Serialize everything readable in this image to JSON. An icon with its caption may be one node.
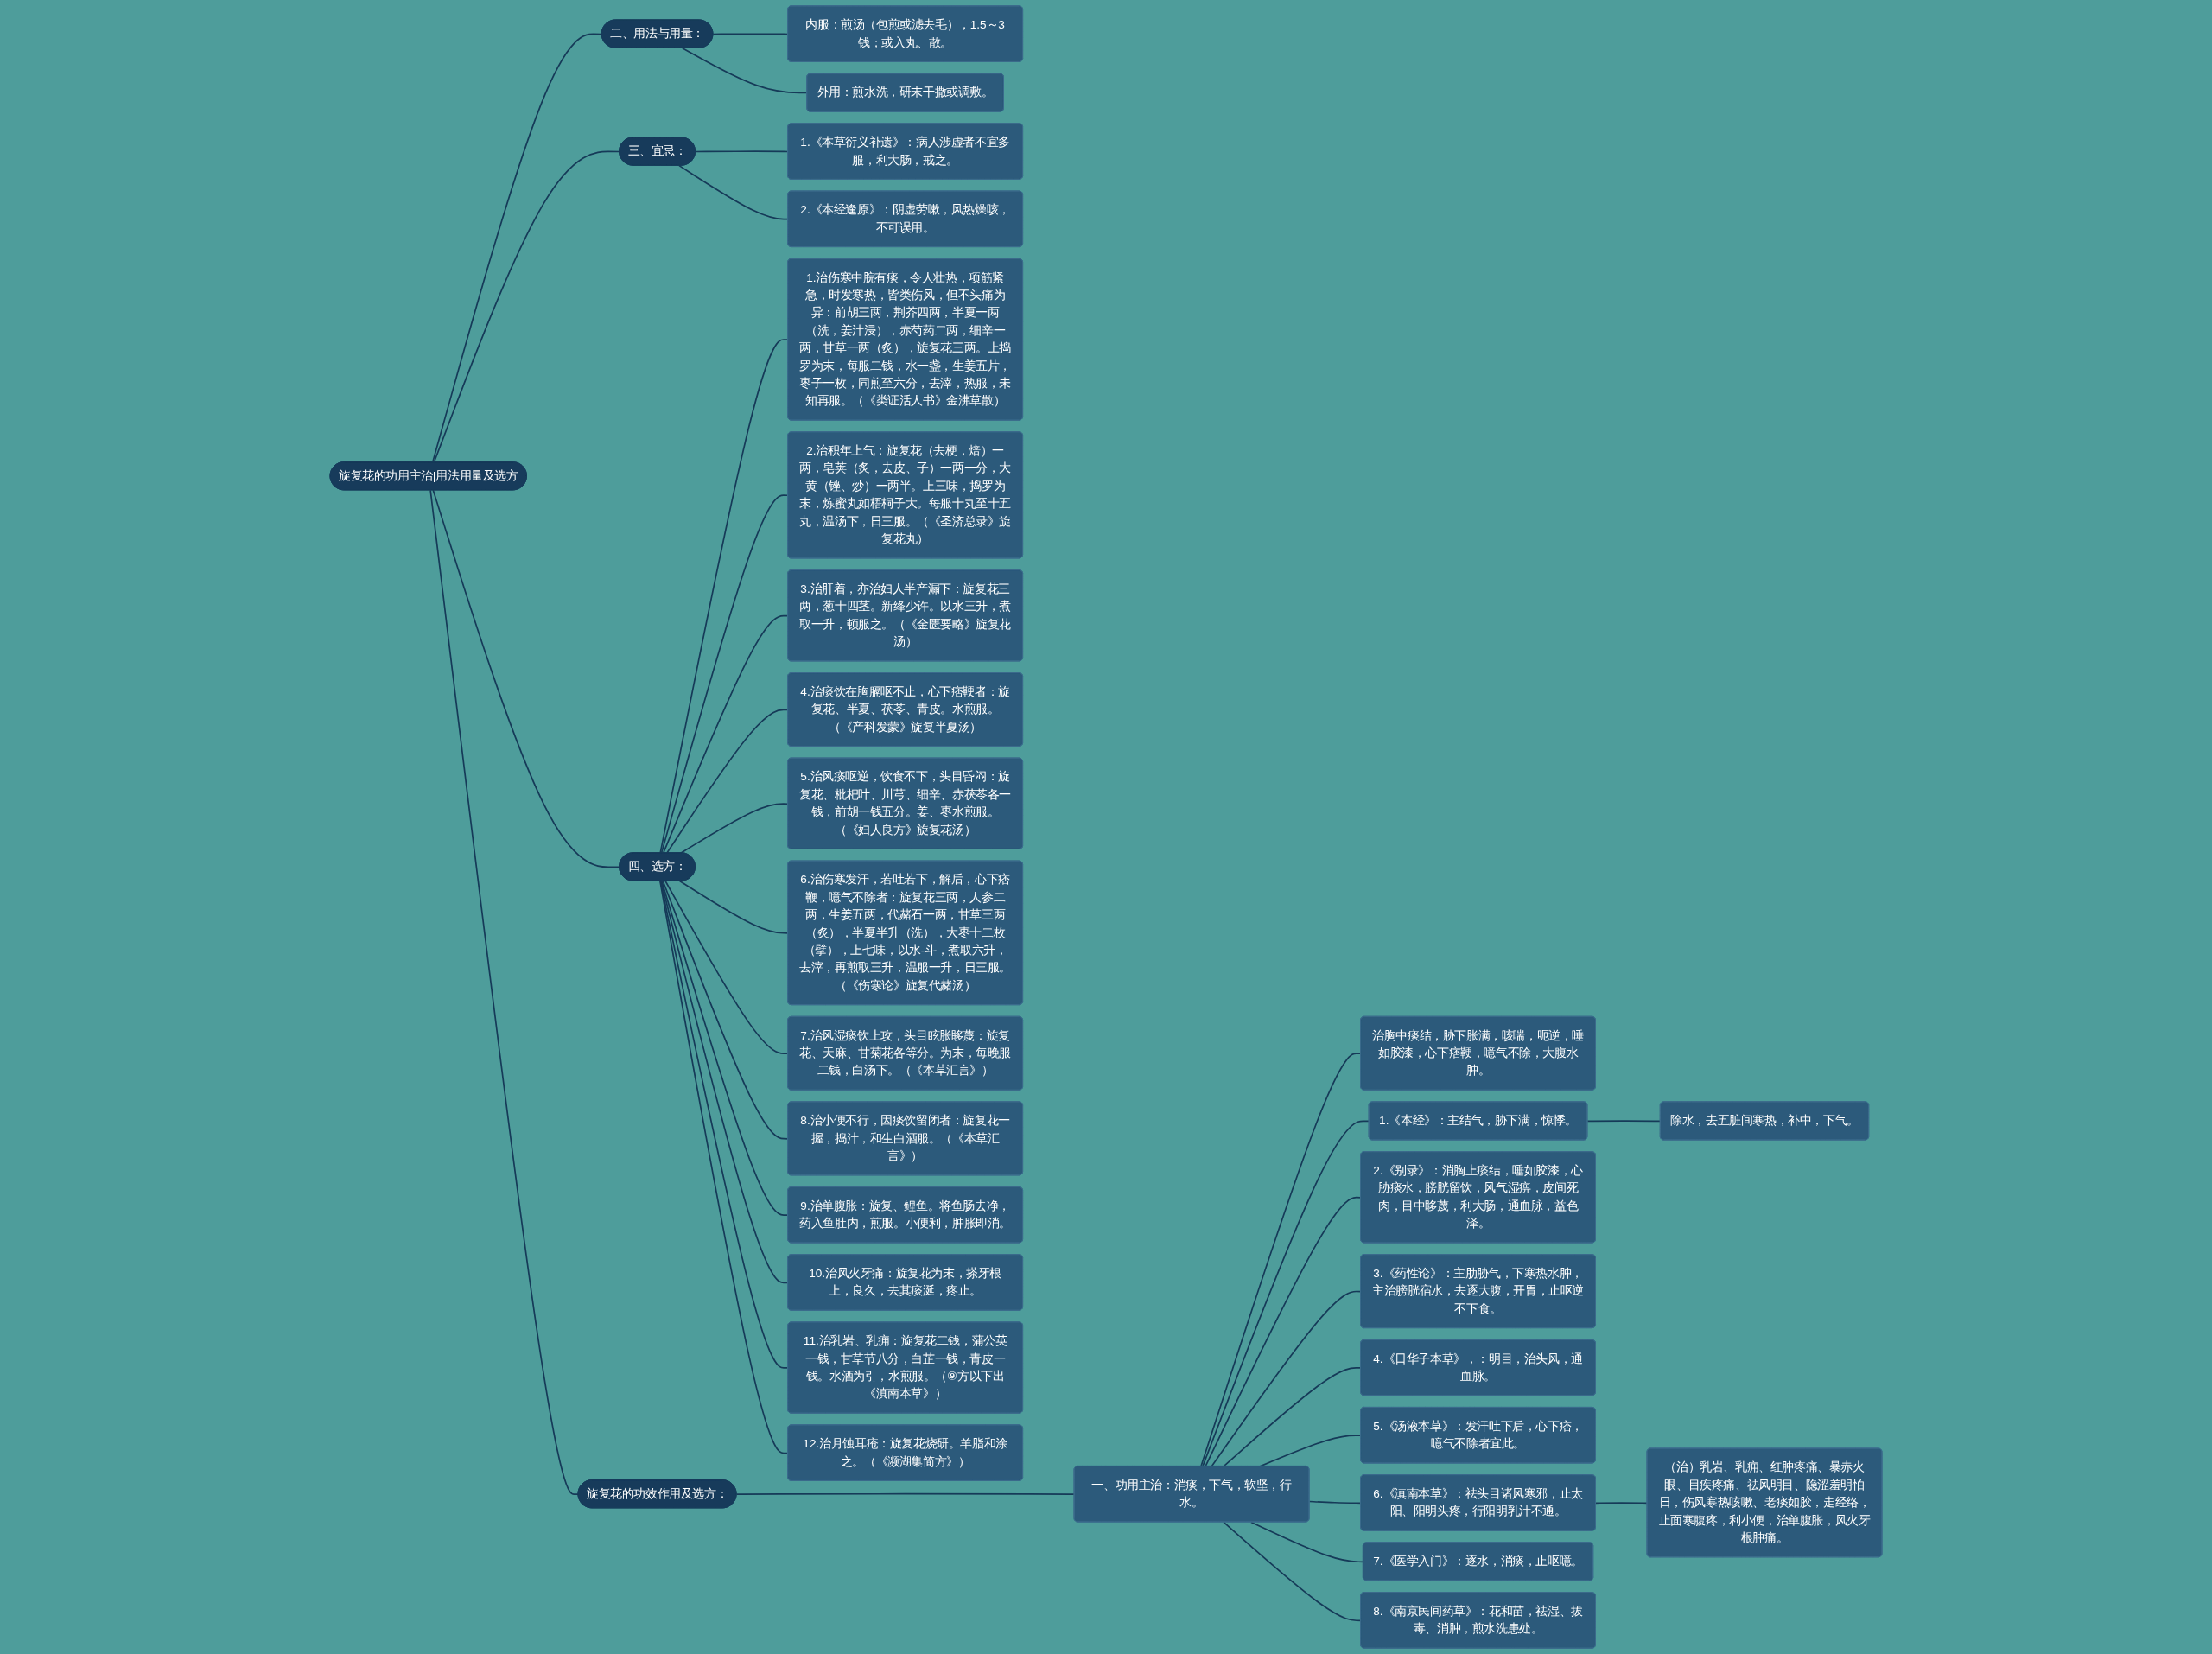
{
  "diagram": {
    "nodes": [
      {
        "text": [
          "旋复花的功用主治|用法用量及选方"
        ]
      },
      {
        "text": [
          "旋复花的功效作用及选方："
        ]
      },
      {
        "text": [
          "一、功用主治：消痰，下气，软坚，行水。"
        ]
      },
      {
        "text": [
          "治胸中痰结，胁下胀满，咳喘，呃逆，唾如胶漆，心下痞鞕，噫气不除，大腹水肿。"
        ]
      },
      {
        "text": [
          "1.《本经》：主结气，胁下满，惊悸。"
        ]
      },
      {
        "text": [
          "除水，去五脏间寒热，补中，下气。"
        ]
      },
      {
        "text": [
          "2.《别录》：消胸上痰结，唾如胶漆，心胁痰水，膀胱留饮，风气湿痹，皮间死肉，目中眵蔑，利大肠，通血脉，益色泽。"
        ]
      },
      {
        "text": [
          "3.《药性论》：主肋胁气，下寒热水肿，主治膀胱宿水，去逐大腹，开胃，止呕逆不下食。"
        ]
      },
      {
        "text": [
          "4.《日华子本草》，：明目，治头风，通血脉。"
        ]
      },
      {
        "text": [
          "5.《汤液本草》：发汗吐下后，心下痞，噫气不除者宜此。"
        ]
      },
      {
        "text": [
          "6.《滇南本草》：祛头目诸风寒邪，止太阳、阳明头疼，行阳明乳汁不通。"
        ]
      },
      {
        "text": [
          "（治）乳岩、乳痈、红肿疼痛、暴赤火眼、目疾疼痛、祛风明目、隐涩羞明怕日，伤风寒热咳嗽、老痰如胶，走经络，止面寒腹疼，利小便，治单腹胀，风火牙根肿痛。"
        ]
      },
      {
        "text": [
          "7.《医学入门》：逐水，消痰，止呕噫。"
        ]
      },
      {
        "text": [
          "8.《南京民间药草》：花和苗，祛湿、拔毒、消肿，煎水洗患处。"
        ]
      },
      {
        "text": [
          "二、用法与用量："
        ]
      },
      {
        "text": [
          "内服：煎汤（包煎或滤去毛），1.5～3钱；或入丸、散。"
        ]
      },
      {
        "text": [
          "外用：煎水洗，研末干撒或调敷。"
        ]
      },
      {
        "text": [
          "三、宜忌："
        ]
      },
      {
        "text": [
          "1.《本草衍义补遗》：病人涉虚者不宜多服，利大肠，戒之。"
        ]
      },
      {
        "text": [
          "2.《本经逢原》：阴虚劳嗽，风热燥咳，不可误用。"
        ]
      },
      {
        "text": [
          "四、选方："
        ]
      },
      {
        "text": [
          "1.治伤寒中脘有痰，令人壮热，项筋紧急，时发寒热，皆类伤风，但不头痛为异：前胡三两，荆芥四两，半夏一两（洗，姜汁浸），赤芍药二两，细辛一两，甘草一两（炙），旋复花三两。上捣罗为末，每服二钱，水一盏，生姜五片，枣子一枚，同煎至六分，去滓，热服，未知再服。（《类证活人书》金沸草散）"
        ]
      },
      {
        "text": [
          "2.治积年上气：旋复花（去梗，焙）一两，皂荚（炙，去皮、子）一两一分，大黄（锉、炒）一两半。上三味，捣罗为末，炼蜜丸如梧桐子大。每服十丸至十五丸，温汤下，日三服。（《圣济总录》旋复花丸）"
        ]
      },
      {
        "text": [
          "3.治肝着，亦治妇人半产漏下：旋复花三两，葱十四茎。新绛少许。以水三升，煮取一升，顿服之。（《金匮要略》旋复花汤）"
        ]
      },
      {
        "text": [
          "4.治痰饮在胸膈呕不止，心下痞鞕者：旋复花、半夏、茯苓、青皮。水煎服。（《产科发蒙》旋复半夏汤）"
        ]
      },
      {
        "text": [
          "5.治风痰呕逆，饮食不下，头目昏闷：旋复花、枇杷叶、川芎、细辛、赤茯苓各一钱，前胡一钱五分。姜、枣水煎服。（《妇人良方》旋复花汤）"
        ]
      },
      {
        "text": [
          "6.治伤寒发汗，若吐若下，解后，心下痞鞭，噫气不除者：旋复花三两，人参二两，生姜五两，代赭石一两，甘草三两（炙），半夏半升（洗），大枣十二枚（擘），上七味，以水-斗，煮取六升，去滓，再煎取三升，温服一升，日三服。（《伤寒论》旋复代赭汤）"
        ]
      },
      {
        "text": [
          "7.治风湿痰饮上攻，头目眩胀眵蔑：旋复花、天麻、甘菊花各等分。为末，每晚服二钱，白汤下。（《本草汇言》）"
        ]
      },
      {
        "text": [
          "8.治小便不行，因痰饮留闭者：旋复花一握，捣汁，和生白酒服。（《本草汇言》）"
        ]
      },
      {
        "text": [
          "9.治单腹胀：旋复、鲤鱼。将鱼肠去净，药入鱼肚内，煎服。小便利，肿胀即消。"
        ]
      },
      {
        "text": [
          "10.治风火牙痛：旋复花为末，搽牙根上，良久，去其痰涎，疼止。"
        ]
      },
      {
        "text": [
          "11.治乳岩、乳痈：旋复花二钱，蒲公英一钱，甘草节八分，白芷一钱，青皮一钱。水酒为引，水煎服。（⑨方以下出《滇南本草》）"
        ]
      },
      {
        "text": [
          "12.治月蚀耳疮：旋复花烧研。羊脂和涂之。（《濒湖集简方》）"
        ]
      }
    ],
    "edges": [
      {
        "from": 0,
        "to": 1,
        "arrow": "none"
      },
      {
        "from": 1,
        "to": 2,
        "arrow": "none"
      },
      {
        "from": 2,
        "to": 3,
        "arrow": "none"
      },
      {
        "from": 2,
        "to": 4,
        "arrow": "none"
      },
      {
        "from": 4,
        "to": 5,
        "arrow": "none"
      },
      {
        "from": 2,
        "to": 6,
        "arrow": "none"
      },
      {
        "from": 2,
        "to": 7,
        "arrow": "none"
      },
      {
        "from": 2,
        "to": 8,
        "arrow": "none"
      },
      {
        "from": 2,
        "to": 9,
        "arrow": "none"
      },
      {
        "from": 2,
        "to": 10,
        "arrow": "none"
      },
      {
        "from": 10,
        "to": 11,
        "arrow": "none"
      },
      {
        "from": 2,
        "to": 12,
        "arrow": "none"
      },
      {
        "from": 2,
        "to": 13,
        "arrow": "none"
      },
      {
        "from": 0,
        "to": 14,
        "arrow": "none"
      },
      {
        "from": 14,
        "to": 15,
        "arrow": "none"
      },
      {
        "from": 14,
        "to": 16,
        "arrow": "none"
      },
      {
        "from": 0,
        "to": 17,
        "arrow": "none"
      },
      {
        "from": 17,
        "to": 18,
        "arrow": "none"
      },
      {
        "from": 17,
        "to": 19,
        "arrow": "none"
      },
      {
        "from": 0,
        "to": 20,
        "arrow": "none"
      },
      {
        "from": 20,
        "to": 21,
        "arrow": "none"
      },
      {
        "from": 20,
        "to": 22,
        "arrow": "none"
      },
      {
        "from": 20,
        "to": 23,
        "arrow": "none"
      },
      {
        "from": 20,
        "to": 24,
        "arrow": "none"
      },
      {
        "from": 20,
        "to": 25,
        "arrow": "none"
      },
      {
        "from": 20,
        "to": 26,
        "arrow": "none"
      },
      {
        "from": 20,
        "to": 27,
        "arrow": "none"
      },
      {
        "from": 20,
        "to": 28,
        "arrow": "none"
      },
      {
        "from": 20,
        "to": 29,
        "arrow": "none"
      },
      {
        "from": 20,
        "to": 30,
        "arrow": "none"
      },
      {
        "from": 20,
        "to": 31,
        "arrow": "none"
      },
      {
        "from": 20,
        "to": 32,
        "arrow": "none"
      }
    ]
  }
}
